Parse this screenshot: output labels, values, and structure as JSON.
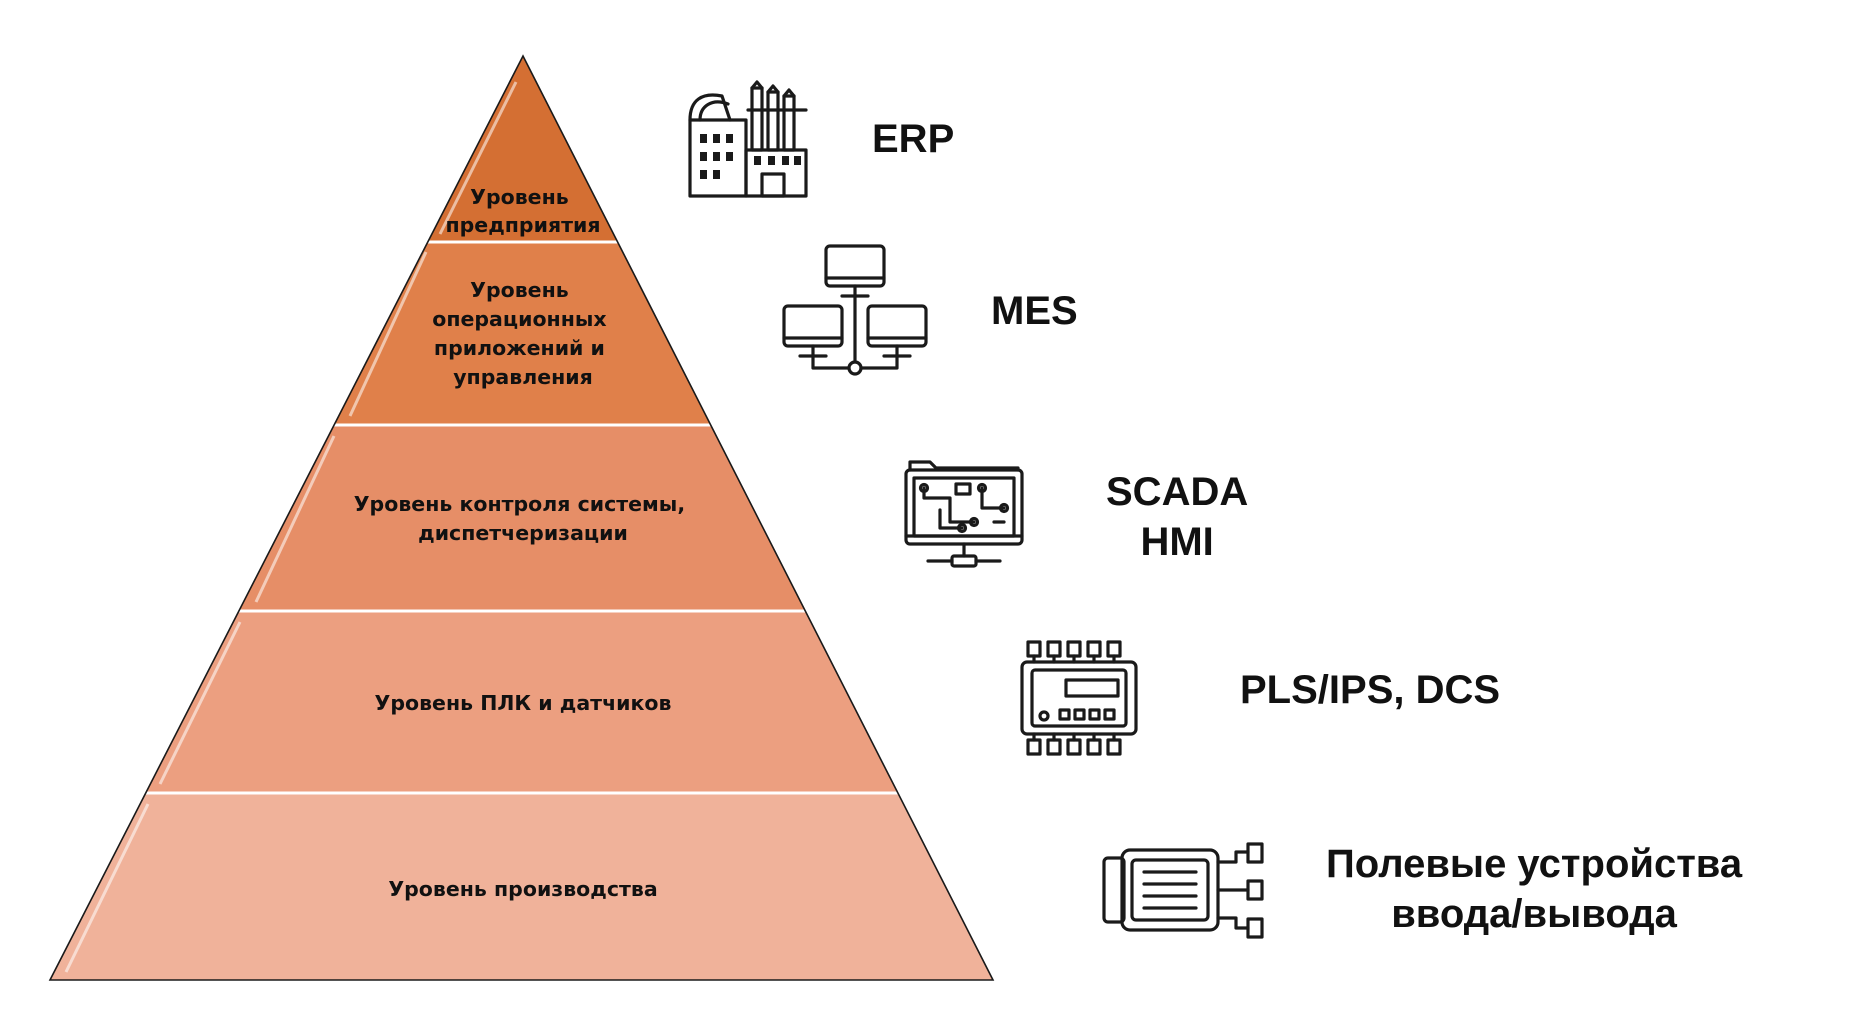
{
  "pyramid": {
    "colors": {
      "level1": "#D46F33",
      "level2": "#E0804A",
      "level3": "#E68E67",
      "level4": "#EC9F80",
      "level5": "#F0B29A",
      "outline": "#1a1a1a",
      "separator": "#ffffff"
    },
    "levels": [
      {
        "lines": [
          "Уровень",
          "предприятия"
        ]
      },
      {
        "lines": [
          "Уровень",
          "операционных",
          "приложений и",
          "управления"
        ]
      },
      {
        "lines": [
          "Уровень контроля системы,",
          "диспетчеризации"
        ]
      },
      {
        "lines": [
          "Уровень ПЛК и датчиков"
        ]
      },
      {
        "lines": [
          "Уровень производства"
        ]
      }
    ]
  },
  "systems": [
    {
      "icon": "factory-icon",
      "lines": [
        "ERP"
      ]
    },
    {
      "icon": "network-computers-icon",
      "lines": [
        "MES"
      ]
    },
    {
      "icon": "monitor-circuit-icon",
      "lines": [
        "SCADA",
        "HMI"
      ]
    },
    {
      "icon": "plc-controller-icon",
      "lines": [
        "PLS/IPS, DCS"
      ]
    },
    {
      "icon": "motor-io-icon",
      "lines": [
        "Полевые устройства",
        "ввода/вывода"
      ]
    }
  ]
}
